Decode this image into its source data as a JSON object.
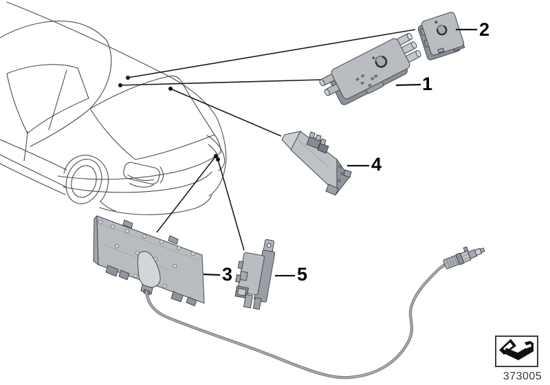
{
  "diagram": {
    "number": "373005",
    "callouts": [
      {
        "label": "1"
      },
      {
        "label": "2"
      },
      {
        "label": "3"
      },
      {
        "label": "4"
      },
      {
        "label": "5"
      }
    ],
    "legend_icon": "direction-arrow-icon",
    "colors": {
      "part_fill": "#b9bdc2",
      "part_light": "#cdd1d4",
      "part_shadow": "#8b9197",
      "part_dark": "#70767c",
      "outline": "#41464c",
      "car_line": "#4a4a4a",
      "leader_line": "#1a1a1a",
      "cable_core": "#a9aeb3",
      "cable_edge": "#6e747a"
    }
  }
}
